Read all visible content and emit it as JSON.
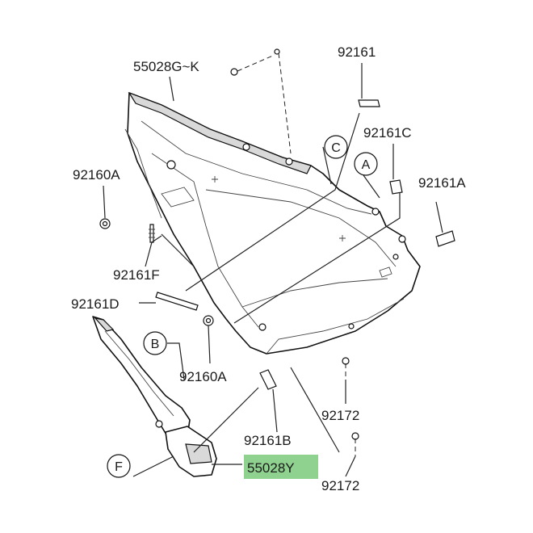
{
  "labels": {
    "p55028g_k": "55028G~K",
    "p92161": "92161",
    "p92161c": "92161C",
    "p92160a_top": "92160A",
    "p92161a": "92161A",
    "p92161f": "92161F",
    "p92161d": "92161D",
    "p92160a_bottom": "92160A",
    "p92172_top": "92172",
    "p92161b": "92161B",
    "p55028y": "55028Y",
    "p92172_bottom": "92172"
  },
  "callouts": {
    "a": "A",
    "b": "B",
    "c": "C",
    "f": "F"
  },
  "colors": {
    "highlight": "#8fd18f",
    "line": "#222222"
  }
}
